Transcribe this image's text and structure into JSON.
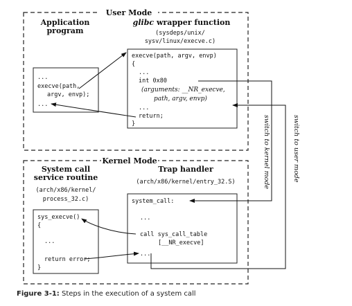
{
  "user_mode": {
    "label": "User Mode",
    "application": {
      "title_line1": "Application",
      "title_line2": "program",
      "code": [
        "...",
        "execve(path,",
        "argv, envp);",
        "..."
      ]
    },
    "glibc": {
      "title_italic": "glibc",
      "title_rest": "wrapper function",
      "path_line1": "(sysdeps/unix/",
      "path_line2": "sysv/linux/execve.c)",
      "code": {
        "signature": "execve(path, argv, envp)",
        "open_brace": "{",
        "dots1": "...",
        "int": "int 0x80",
        "args_prefix": "(arguments: ",
        "args_nr": "__NR_execve",
        "args_comma": ",",
        "args_line2": "path, argv, envp)",
        "dots2": "...",
        "return": "return;",
        "close_brace": "}"
      }
    }
  },
  "kernel_mode": {
    "label": "Kernel Mode",
    "service": {
      "title_line1": "System call",
      "title_line2": "service routine",
      "path_line1": "(arch/x86/kernel/",
      "path_line2": "process_32.c)",
      "code": [
        "sys_execve()",
        "{",
        "...",
        "return error;",
        "}"
      ]
    },
    "trap": {
      "title": "Trap handler",
      "path": "(arch/x86/kernel/entry_32.S)",
      "code": [
        "system_call:",
        "...",
        "call sys_call_table",
        "[__NR_execve]",
        "..."
      ]
    }
  },
  "switch_labels": {
    "to_kernel": "switch to kernel mode",
    "to_user": "switch to user mode"
  },
  "caption": {
    "figure": "Figure 3-1:",
    "text": " Steps in the execution of a system call"
  }
}
